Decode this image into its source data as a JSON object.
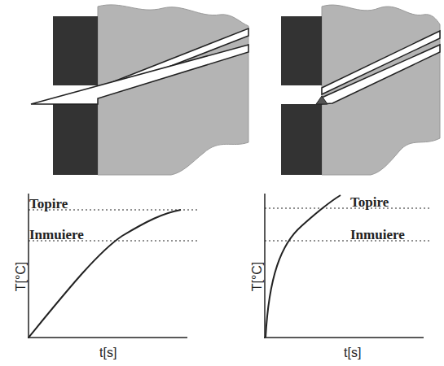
{
  "diagram": {
    "labels": [
      "Topire",
      "Inmuiere",
      "T[°C]",
      "t[s]",
      "Topire",
      "Inmuiere",
      "T[°C]",
      "t[s]"
    ]
  }
}
